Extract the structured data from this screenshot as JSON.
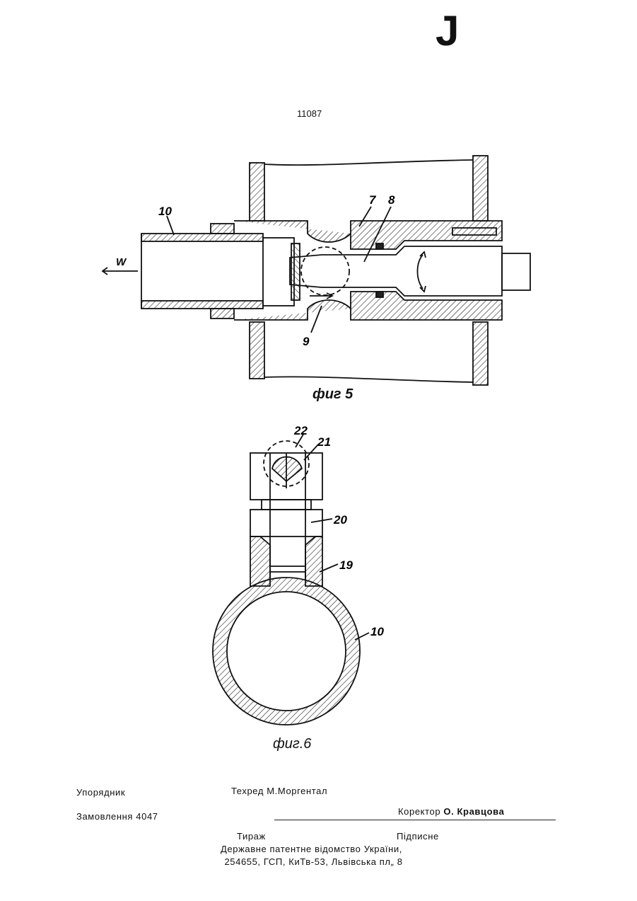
{
  "header": {
    "corner_mark": "J",
    "patent_number": "11087"
  },
  "figures": [
    {
      "id": "fig5",
      "caption": "фиг 5",
      "callouts": [
        "10",
        "7",
        "8",
        "9",
        "W"
      ]
    },
    {
      "id": "fig6",
      "caption": "фиг.6",
      "callouts": [
        "22",
        "21",
        "20",
        "19",
        "10"
      ]
    }
  ],
  "footer": {
    "compiler": "Упорядник",
    "tech_editor": "Техред М.Моргентал",
    "order": "Замовлення 4047",
    "corrector_label": "Коректор",
    "corrector_name": "О. Кравцова",
    "circulation": "Тираж",
    "signed": "Підписне",
    "office": "Державне патентне відомство України,",
    "address": "254655, ГСП, КиТв-53, Львівська пл„ 8"
  }
}
